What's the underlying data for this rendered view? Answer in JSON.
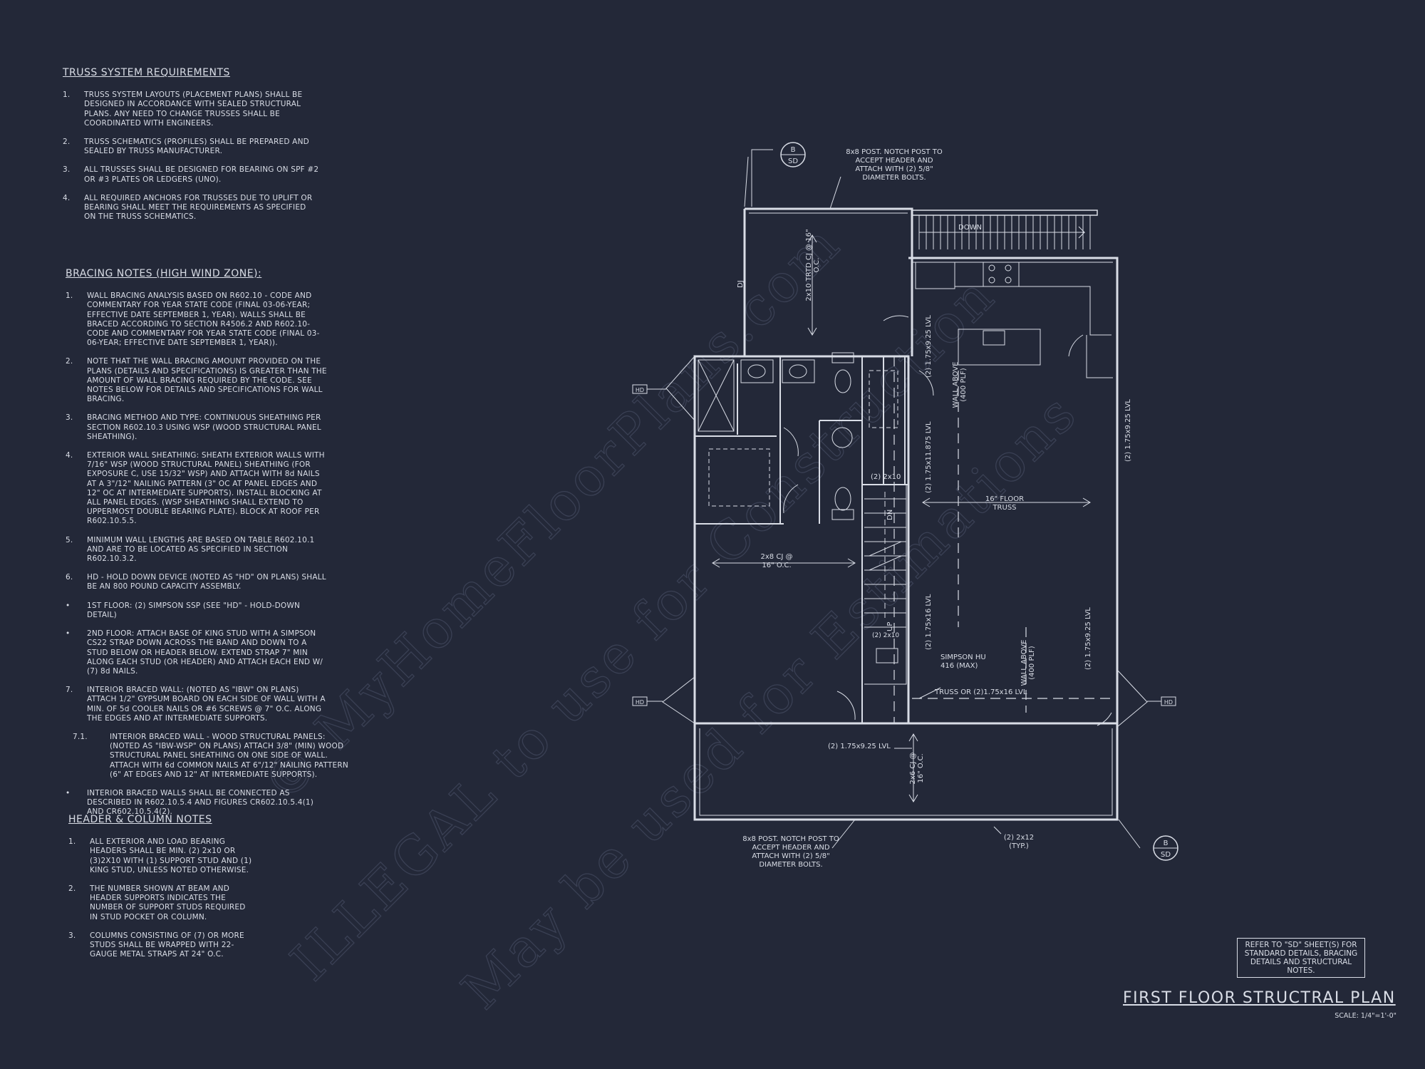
{
  "truss": {
    "heading": "TRUSS SYSTEM REQUIREMENTS",
    "items": [
      {
        "n": "1.",
        "t": "TRUSS SYSTEM LAYOUTS (PLACEMENT PLANS) SHALL BE DESIGNED IN ACCORDANCE WITH SEALED STRUCTURAL PLANS. ANY NEED TO CHANGE TRUSSES SHALL BE COORDINATED WITH ENGINEERS."
      },
      {
        "n": "2.",
        "t": "TRUSS SCHEMATICS (PROFILES) SHALL BE PREPARED AND SEALED BY TRUSS MANUFACTURER."
      },
      {
        "n": "3.",
        "t": "ALL TRUSSES SHALL BE DESIGNED FOR BEARING ON SPF #2 OR #3 PLATES OR LEDGERS (UNO)."
      },
      {
        "n": "4.",
        "t": "ALL REQUIRED ANCHORS FOR TRUSSES DUE TO UPLIFT OR BEARING SHALL MEET THE REQUIREMENTS AS SPECIFIED ON THE TRUSS SCHEMATICS."
      }
    ]
  },
  "bracing": {
    "heading": "BRACING NOTES (HIGH WIND ZONE):",
    "items": [
      {
        "n": "1.",
        "t": "WALL BRACING ANALYSIS BASED ON R602.10 - CODE AND COMMENTARY FOR YEAR STATE CODE (FINAL 03-06-YEAR; EFFECTIVE DATE SEPTEMBER 1, YEAR). WALLS SHALL BE BRACED ACCORDING TO SECTION R4506.2 AND R602.10- CODE AND COMMENTARY FOR YEAR STATE CODE (FINAL 03-06-YEAR; EFFECTIVE DATE SEPTEMBER 1, YEAR))."
      },
      {
        "n": "2.",
        "t": "NOTE THAT THE WALL BRACING AMOUNT PROVIDED ON THE PLANS (DETAILS AND SPECIFICATIONS) IS GREATER THAN THE AMOUNT OF WALL BRACING REQUIRED BY THE CODE. SEE NOTES BELOW FOR DETAILS AND SPECIFICATIONS FOR WALL BRACING."
      },
      {
        "n": "3.",
        "t": "BRACING METHOD AND TYPE: CONTINUOUS SHEATHING PER SECTION R602.10.3 USING WSP (WOOD STRUCTURAL PANEL SHEATHING)."
      },
      {
        "n": "4.",
        "t": "EXTERIOR WALL SHEATHING: SHEATH EXTERIOR WALLS WITH 7/16\" WSP (WOOD STRUCTURAL PANEL) SHEATHING (FOR EXPOSURE C, USE 15/32\" WSP) AND ATTACH WITH 8d NAILS AT A 3\"/12\" NAILING PATTERN (3\" OC AT PANEL EDGES AND 12\" OC AT INTERMEDIATE SUPPORTS). INSTALL BLOCKING AT ALL PANEL EDGES. (WSP SHEATHING SHALL EXTEND TO UPPERMOST DOUBLE BEARING PLATE). BLOCK AT ROOF PER R602.10.5.5."
      },
      {
        "n": "5.",
        "t": "MINIMUM WALL LENGTHS ARE BASED ON TABLE R602.10.1 AND ARE TO BE LOCATED AS SPECIFIED IN SECTION R602.10.3.2."
      },
      {
        "n": "6.",
        "t": "HD - HOLD DOWN DEVICE (NOTED AS \"HD\" ON PLANS) SHALL BE AN 800 POUND CAPACITY ASSEMBLY."
      },
      {
        "n": "•",
        "t": "1ST FLOOR: (2) SIMPSON SSP (SEE \"HD\" - HOLD-DOWN DETAIL)"
      },
      {
        "n": "•",
        "t": "2ND FLOOR: ATTACH BASE OF KING STUD WITH A SIMPSON CS22 STRAP DOWN ACROSS THE BAND AND DOWN TO A STUD BELOW OR HEADER BELOW. EXTEND STRAP 7\" MIN ALONG EACH STUD (OR HEADER) AND ATTACH EACH END W/ (7) 8d NAILS."
      },
      {
        "n": "7.",
        "t": "INTERIOR BRACED WALL: (NOTED AS \"IBW\" ON PLANS) ATTACH 1/2\" GYPSUM BOARD ON EACH SIDE OF WALL WITH A MIN. OF 5d COOLER NAILS OR #6 SCREWS @ 7\" O.C. ALONG THE EDGES AND AT INTERMEDIATE SUPPORTS."
      },
      {
        "n": "7.1.",
        "t": "INTERIOR BRACED WALL - WOOD STRUCTURAL PANELS: (NOTED AS \"IBW-WSP\" ON PLANS) ATTACH 3/8\" (MIN) WOOD STRUCTURAL PANEL SHEATHING ON ONE SIDE OF WALL. ATTACH WITH 6d COMMON NAILS AT 6\"/12\" NAILING PATTERN (6\" AT EDGES AND 12\" AT INTERMEDIATE SUPPORTS)."
      },
      {
        "n": "•",
        "t": "INTERIOR BRACED WALLS SHALL BE CONNECTED AS DESCRIBED IN R602.10.5.4 AND FIGURES CR602.10.5.4(1) AND CR602.10.5.4(2)."
      }
    ]
  },
  "header_notes": {
    "heading": "HEADER & COLUMN NOTES",
    "items": [
      {
        "n": "1.",
        "t": "ALL EXTERIOR AND LOAD BEARING HEADERS SHALL BE MIN. (2) 2x10 OR (3)2X10 WITH (1) SUPPORT STUD AND (1) KING STUD, UNLESS NOTED OTHERWISE."
      },
      {
        "n": "2.",
        "t": "THE NUMBER SHOWN AT BEAM AND HEADER SUPPORTS INDICATES THE NUMBER OF SUPPORT STUDS REQUIRED IN STUD POCKET OR COLUMN."
      },
      {
        "n": "3.",
        "t": "COLUMNS CONSISTING OF (7) OR MORE STUDS SHALL BE WRAPPED WITH 22-GAUGE METAL STRAPS AT 24\" O.C."
      }
    ]
  },
  "plan": {
    "post_top": "8x8 POST. NOTCH POST TO ACCEPT HEADER AND ATTACH WITH (2) 5/8\" DIAMETER BOLTS.",
    "post_bottom": "8x8 POST. NOTCH POST TO ACCEPT HEADER AND ATTACH WITH (2) 5/8\" DIAMETER BOLTS.",
    "section_top_letter": "B",
    "section_top_sheet": "SD",
    "section_bottom_letter": "B",
    "section_bottom_sheet": "SD",
    "down": "DOWN",
    "truss_top": "2x10 TRTD CJ @ 16\" O.C.",
    "lvl_1": "(2) 1.75x9.25 LVL",
    "lvl_2": "(2) 1.75x11.875 LVL",
    "lvl_3": "(2) 1.75x16 LVL",
    "lvl_right": "(2) 1.75x9.25 LVL",
    "lvl_right2": "(2) 1.75x9.25 LVL",
    "wall_above_1": "WALL ABOVE (400 PLF)",
    "wall_above_2": "WALL ABOVE (400 PLF)",
    "header_2x10_a": "(2) 2x10",
    "header_2x10_b": "(2) 2x10",
    "floor_truss": "16\" FLOOR TRUSS",
    "cj_2x8": "2x8 CJ @ 16\" O.C.",
    "simpson": "SIMPSON HU 416 (MAX)",
    "truss_or": "TRUSS OR (2)1.75x16 LVL",
    "lvl_bottom": "(2) 1.75x9.25 LVL",
    "cj_2x6": "2x6 CJ @ 16\" O.C.",
    "header_2x12": "(2) 2x12 (TYP.)",
    "dn": "DN",
    "up": "UP",
    "dj": "DJ",
    "hd": "HD"
  },
  "ref_note": "REFER TO \"SD\" SHEET(S) FOR STANDARD DETAILS, BRACING DETAILS AND STRUCTURAL NOTES.",
  "title": "FIRST FLOOR STRUCTRAL PLAN",
  "scale": "SCALE: 1/4\"=1'-0\"",
  "watermark": {
    "line1": "© MyHomeFloorPlans.com",
    "line2": "ILLEGAL to use for Construction",
    "line3": "May be used for Estimations"
  }
}
